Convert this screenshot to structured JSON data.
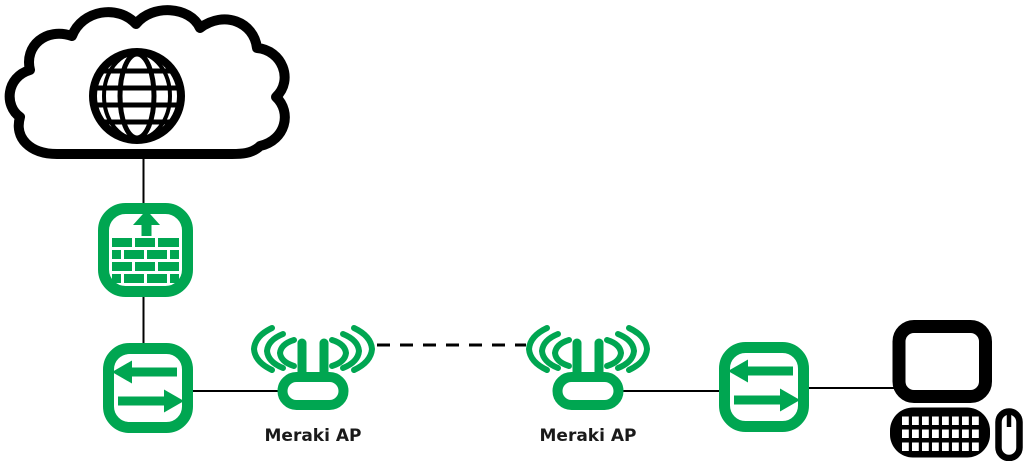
{
  "diagram": {
    "type": "network-topology",
    "background": "#ffffff",
    "colors": {
      "accent_green": "#00A651",
      "ink_black": "#000000",
      "label_text": "#1a1a1a"
    },
    "nodes": [
      {
        "id": "internet-cloud",
        "icon": "cloud-globe-icon",
        "label": ""
      },
      {
        "id": "firewall",
        "icon": "firewall-brick-wall-icon",
        "label": ""
      },
      {
        "id": "switch-upstream",
        "icon": "switch-arrows-icon",
        "label": ""
      },
      {
        "id": "meraki-ap-1",
        "icon": "wireless-access-point-icon",
        "label": "Meraki AP"
      },
      {
        "id": "meraki-ap-2",
        "icon": "wireless-access-point-icon",
        "label": "Meraki AP"
      },
      {
        "id": "switch-downstream",
        "icon": "switch-arrows-icon",
        "label": ""
      },
      {
        "id": "client-computer",
        "icon": "desktop-computer-icon",
        "label": ""
      }
    ],
    "edges": [
      {
        "from": "internet-cloud",
        "to": "firewall",
        "style": "solid"
      },
      {
        "from": "firewall",
        "to": "switch-upstream",
        "style": "solid"
      },
      {
        "from": "switch-upstream",
        "to": "meraki-ap-1",
        "style": "solid"
      },
      {
        "from": "meraki-ap-1",
        "to": "meraki-ap-2",
        "style": "dashed-wireless-mesh"
      },
      {
        "from": "meraki-ap-2",
        "to": "switch-downstream",
        "style": "solid"
      },
      {
        "from": "switch-downstream",
        "to": "client-computer",
        "style": "solid"
      }
    ]
  }
}
